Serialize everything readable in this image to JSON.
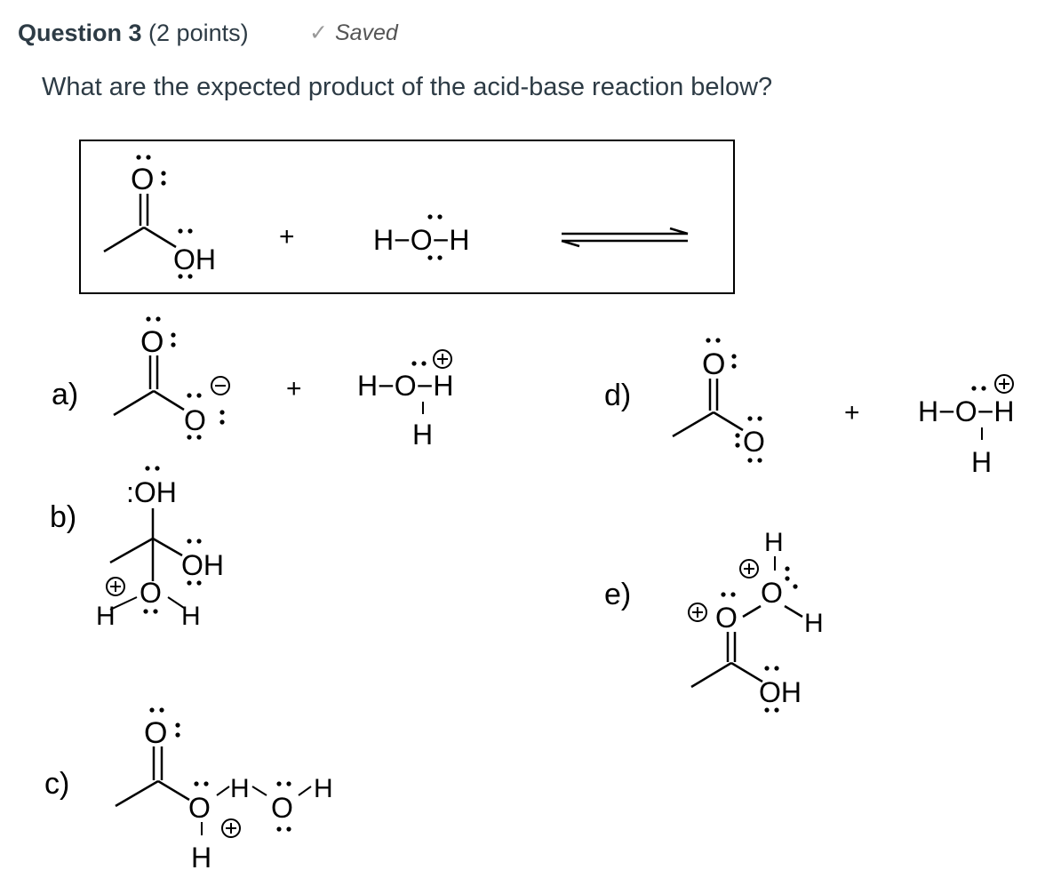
{
  "question": {
    "title": "Question 3",
    "points": "(2 points)",
    "status": "Saved",
    "status_icon": "checkmark-icon",
    "prompt": "What are the expected product of the acid-base reaction below?"
  },
  "reaction": {
    "reactant_1": "acetic acid (Ö: / ÖH)",
    "plus": "+",
    "reactant_2": "H−Ö−H",
    "arrow": "equilibrium"
  },
  "options": [
    {
      "label": "a)"
    },
    {
      "label": "b)"
    },
    {
      "label": "c)"
    },
    {
      "label": "d)"
    },
    {
      "label": "e)"
    }
  ]
}
